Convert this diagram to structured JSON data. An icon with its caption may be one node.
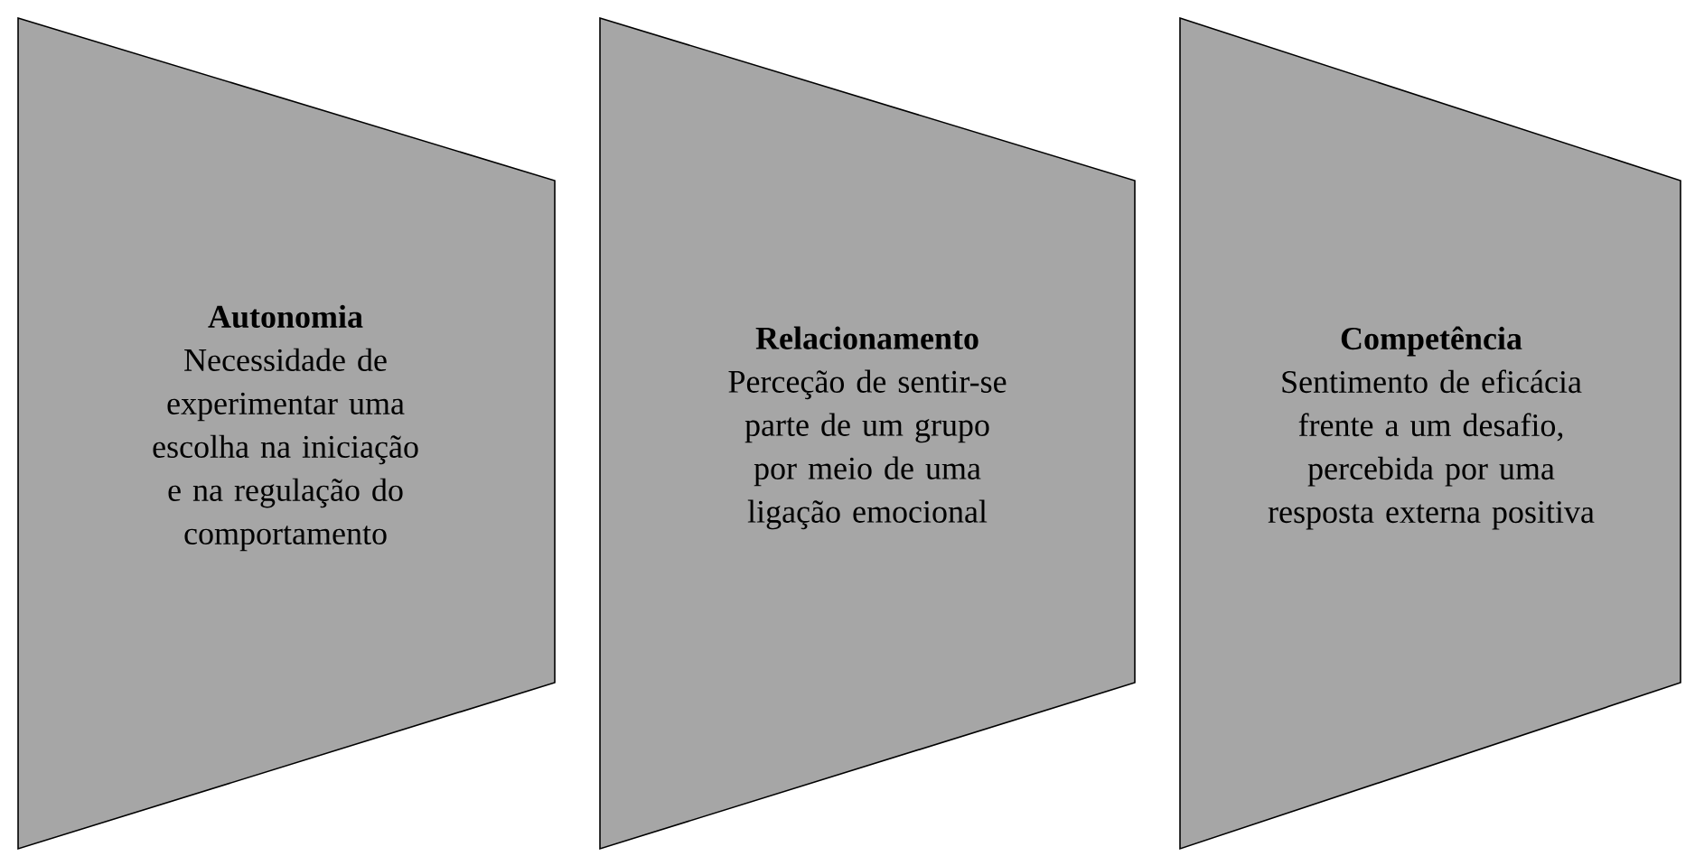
{
  "diagram": {
    "nodes": [
      {
        "text": [
          "Autonomia",
          "Necessidade de experimentar uma escolha na iniciação e na regulação do comportamento"
        ]
      },
      {
        "text": [
          "Relacionamento",
          "Perceção de sentir-se parte de um grupo por meio de uma ligação emocional"
        ]
      },
      {
        "text": [
          "Competência",
          "Sentimento de eficácia frente a um desafio, percebida por uma resposta externa positiva"
        ]
      }
    ]
  }
}
